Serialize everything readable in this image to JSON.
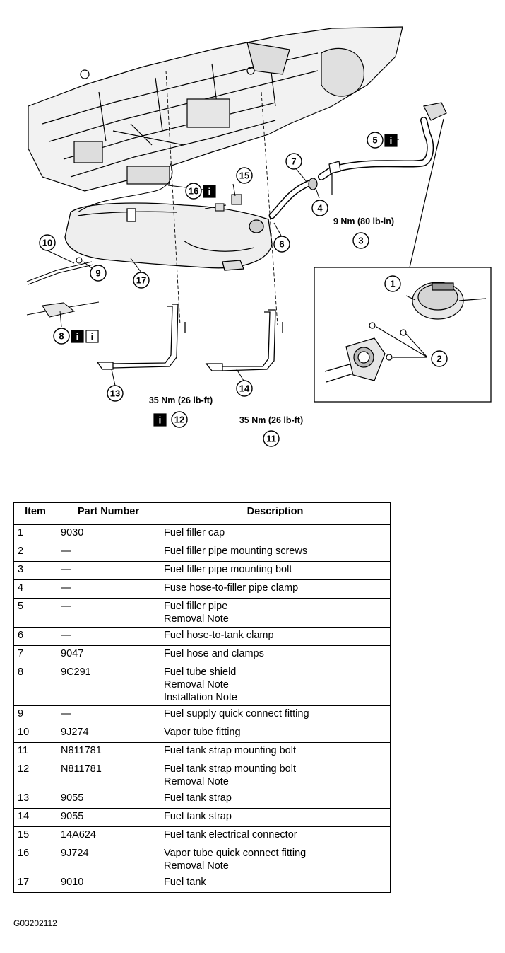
{
  "diagram": {
    "callouts": [
      {
        "id": "c1",
        "num": "1"
      },
      {
        "id": "c2",
        "num": "2"
      },
      {
        "id": "c3",
        "num": "3"
      },
      {
        "id": "c4",
        "num": "4"
      },
      {
        "id": "c5",
        "num": "5"
      },
      {
        "id": "c6",
        "num": "6"
      },
      {
        "id": "c7",
        "num": "7"
      },
      {
        "id": "c8",
        "num": "8"
      },
      {
        "id": "c9",
        "num": "9"
      },
      {
        "id": "c10",
        "num": "10"
      },
      {
        "id": "c11",
        "num": "11"
      },
      {
        "id": "c12",
        "num": "12"
      },
      {
        "id": "c13",
        "num": "13"
      },
      {
        "id": "c14",
        "num": "14"
      },
      {
        "id": "c15",
        "num": "15"
      },
      {
        "id": "c16",
        "num": "16"
      },
      {
        "id": "c17",
        "num": "17"
      }
    ],
    "info_marker": "i",
    "torque_labels": {
      "bolt_3": "9 Nm (80 lb-in)",
      "bolt_12": "35 Nm (26 lb-ft)",
      "bolt_11": "35 Nm (26 lb-ft)"
    }
  },
  "table": {
    "headers": {
      "item": "Item",
      "part": "Part Number",
      "desc": "Description"
    },
    "rows": [
      {
        "item": "1",
        "part": "9030",
        "desc": [
          "Fuel filler cap"
        ]
      },
      {
        "item": "2",
        "part": "—",
        "desc": [
          "Fuel filler pipe mounting screws"
        ]
      },
      {
        "item": "3",
        "part": "—",
        "desc": [
          "Fuel filler pipe mounting bolt"
        ]
      },
      {
        "item": "4",
        "part": "—",
        "desc": [
          "Fuse hose-to-filler pipe clamp"
        ]
      },
      {
        "item": "5",
        "part": "—",
        "desc": [
          "Fuel filler pipe",
          "Removal Note"
        ]
      },
      {
        "item": "6",
        "part": "—",
        "desc": [
          "Fuel hose-to-tank clamp"
        ]
      },
      {
        "item": "7",
        "part": "9047",
        "desc": [
          "Fuel hose and clamps"
        ]
      },
      {
        "item": "8",
        "part": "9C291",
        "desc": [
          "Fuel tube shield",
          "Removal Note",
          "Installation Note"
        ]
      },
      {
        "item": "9",
        "part": "—",
        "desc": [
          "Fuel supply quick connect fitting"
        ]
      },
      {
        "item": "10",
        "part": "9J274",
        "desc": [
          "Vapor tube fitting"
        ]
      },
      {
        "item": "11",
        "part": "N811781",
        "desc": [
          "Fuel tank strap mounting bolt"
        ]
      },
      {
        "item": "12",
        "part": "N811781",
        "desc": [
          "Fuel tank strap mounting bolt",
          "Removal Note"
        ]
      },
      {
        "item": "13",
        "part": "9055",
        "desc": [
          "Fuel tank strap"
        ]
      },
      {
        "item": "14",
        "part": "9055",
        "desc": [
          "Fuel tank strap"
        ]
      },
      {
        "item": "15",
        "part": "14A624",
        "desc": [
          "Fuel tank electrical connector"
        ]
      },
      {
        "item": "16",
        "part": "9J724",
        "desc": [
          "Vapor tube quick connect fitting",
          "Removal Note"
        ]
      },
      {
        "item": "17",
        "part": "9010",
        "desc": [
          "Fuel tank"
        ]
      }
    ]
  },
  "figure_id": "G03202112"
}
